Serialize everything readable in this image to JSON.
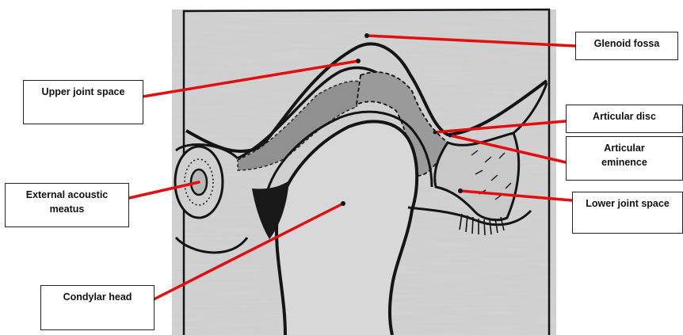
{
  "colors": {
    "leader_line": "#e10f0f",
    "outline": "#141414",
    "paper": "#d2d2d2",
    "shading": "#8a8a8a",
    "dark_fill": "#181818"
  },
  "labels": {
    "glenoid_fossa": {
      "lines": [
        "Glenoid fossa"
      ]
    },
    "upper_joint_space": {
      "lines": [
        "Upper joint space"
      ]
    },
    "articular_disc": {
      "lines": [
        "Articular disc"
      ]
    },
    "articular_eminence": {
      "lines": [
        "Articular",
        "eminence"
      ]
    },
    "external_acoustic_meatus": {
      "lines": [
        "External acoustic",
        "meatus"
      ]
    },
    "lower_joint_space": {
      "lines": [
        "Lower joint space"
      ]
    },
    "condylar_head": {
      "lines": [
        "Condylar head"
      ]
    }
  }
}
